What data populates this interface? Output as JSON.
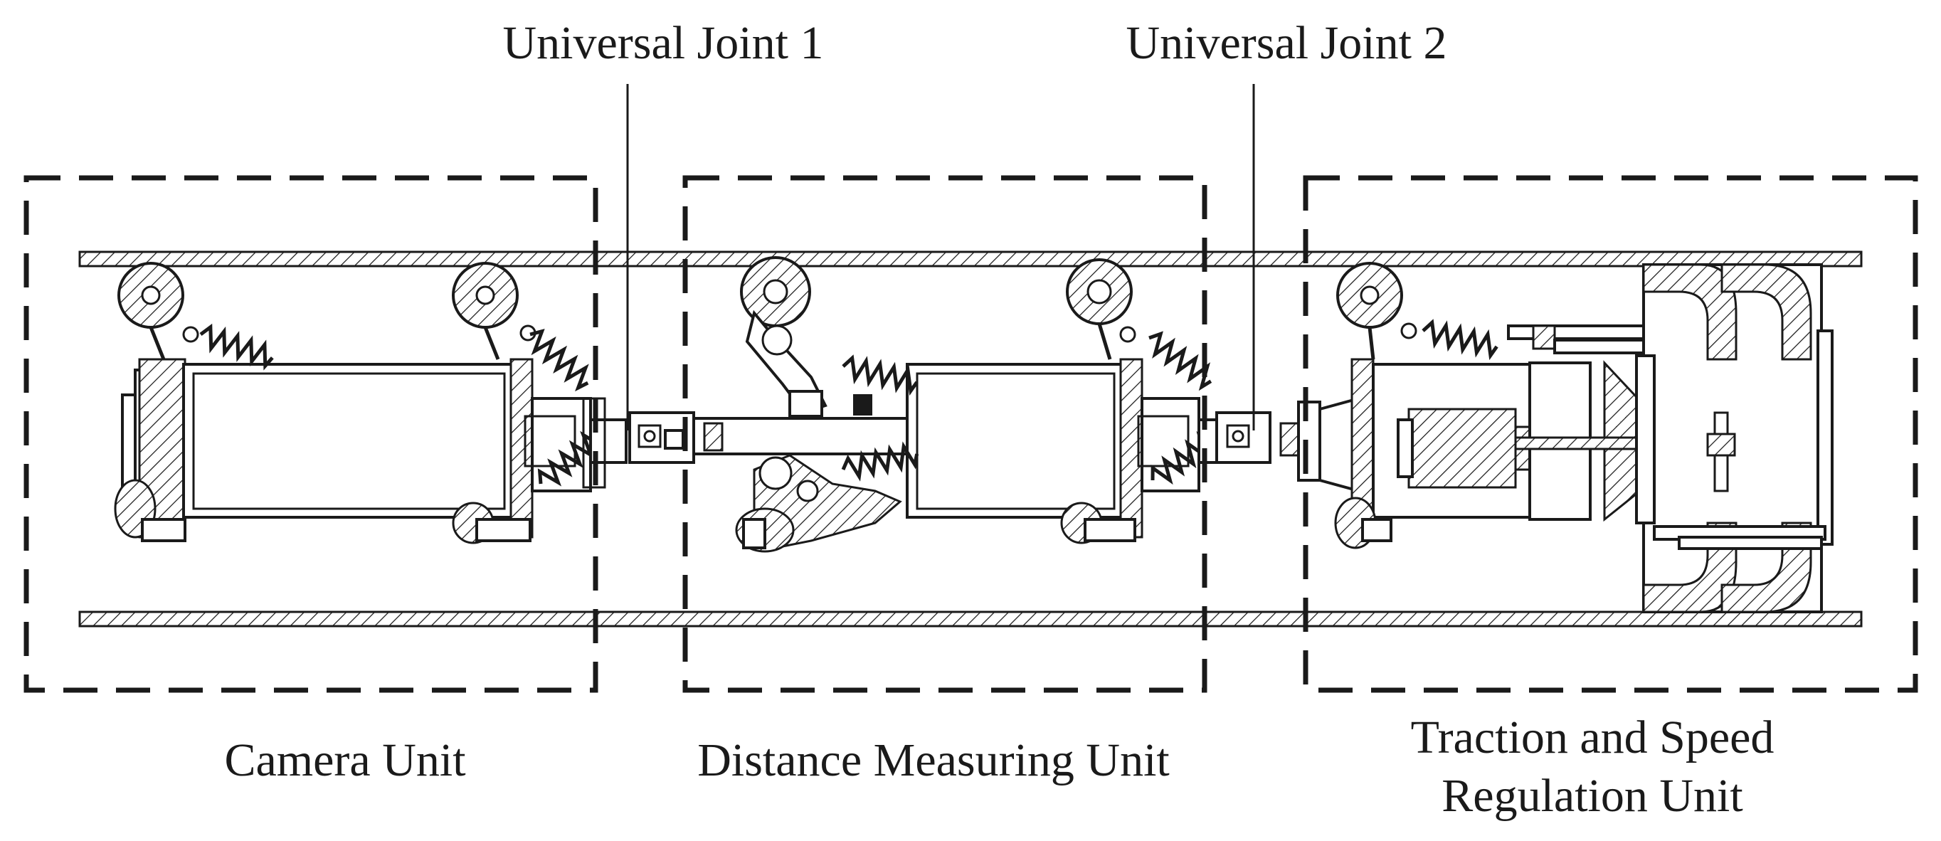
{
  "labels": {
    "universal_joint_1": "Universal Joint 1",
    "universal_joint_2": "Universal Joint 2",
    "camera_unit": "Camera Unit",
    "distance_measuring_unit": "Distance Measuring Unit",
    "traction_line1": "Traction and Speed",
    "traction_line2": "Regulation Unit"
  },
  "colors": {
    "line": "#1a1a1a",
    "background": "#ffffff"
  }
}
